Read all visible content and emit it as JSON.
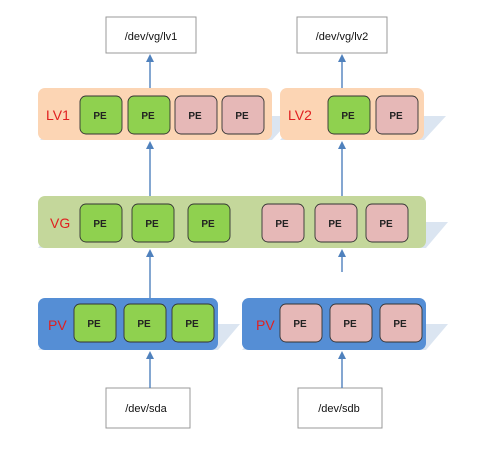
{
  "colors": {
    "green": "#8fd14f",
    "pink": "#e6b8b7",
    "lv_band": "#fcd5b4",
    "vg_band": "#c4d79b",
    "pv_band": "#558ed5",
    "arrow": "#4f81bd",
    "shadow": "#dbe5f1",
    "label_red": "#e02020"
  },
  "diagram": {
    "pe_label": "PE",
    "lv1": {
      "label": "LV1",
      "device": "/dev/vg/lv1",
      "pe_colors": [
        "green",
        "green",
        "pink",
        "pink"
      ]
    },
    "lv2": {
      "label": "LV2",
      "device": "/dev/vg/lv2",
      "pe_colors": [
        "green",
        "pink"
      ]
    },
    "vg": {
      "label": "VG",
      "pe_colors": [
        "green",
        "green",
        "green",
        "pink",
        "pink",
        "pink"
      ]
    },
    "pv1": {
      "label": "PV",
      "device": "/dev/sda",
      "pe_colors": [
        "green",
        "green",
        "green"
      ]
    },
    "pv2": {
      "label": "PV",
      "device": "/dev/sdb",
      "pe_colors": [
        "pink",
        "pink",
        "pink"
      ]
    }
  }
}
